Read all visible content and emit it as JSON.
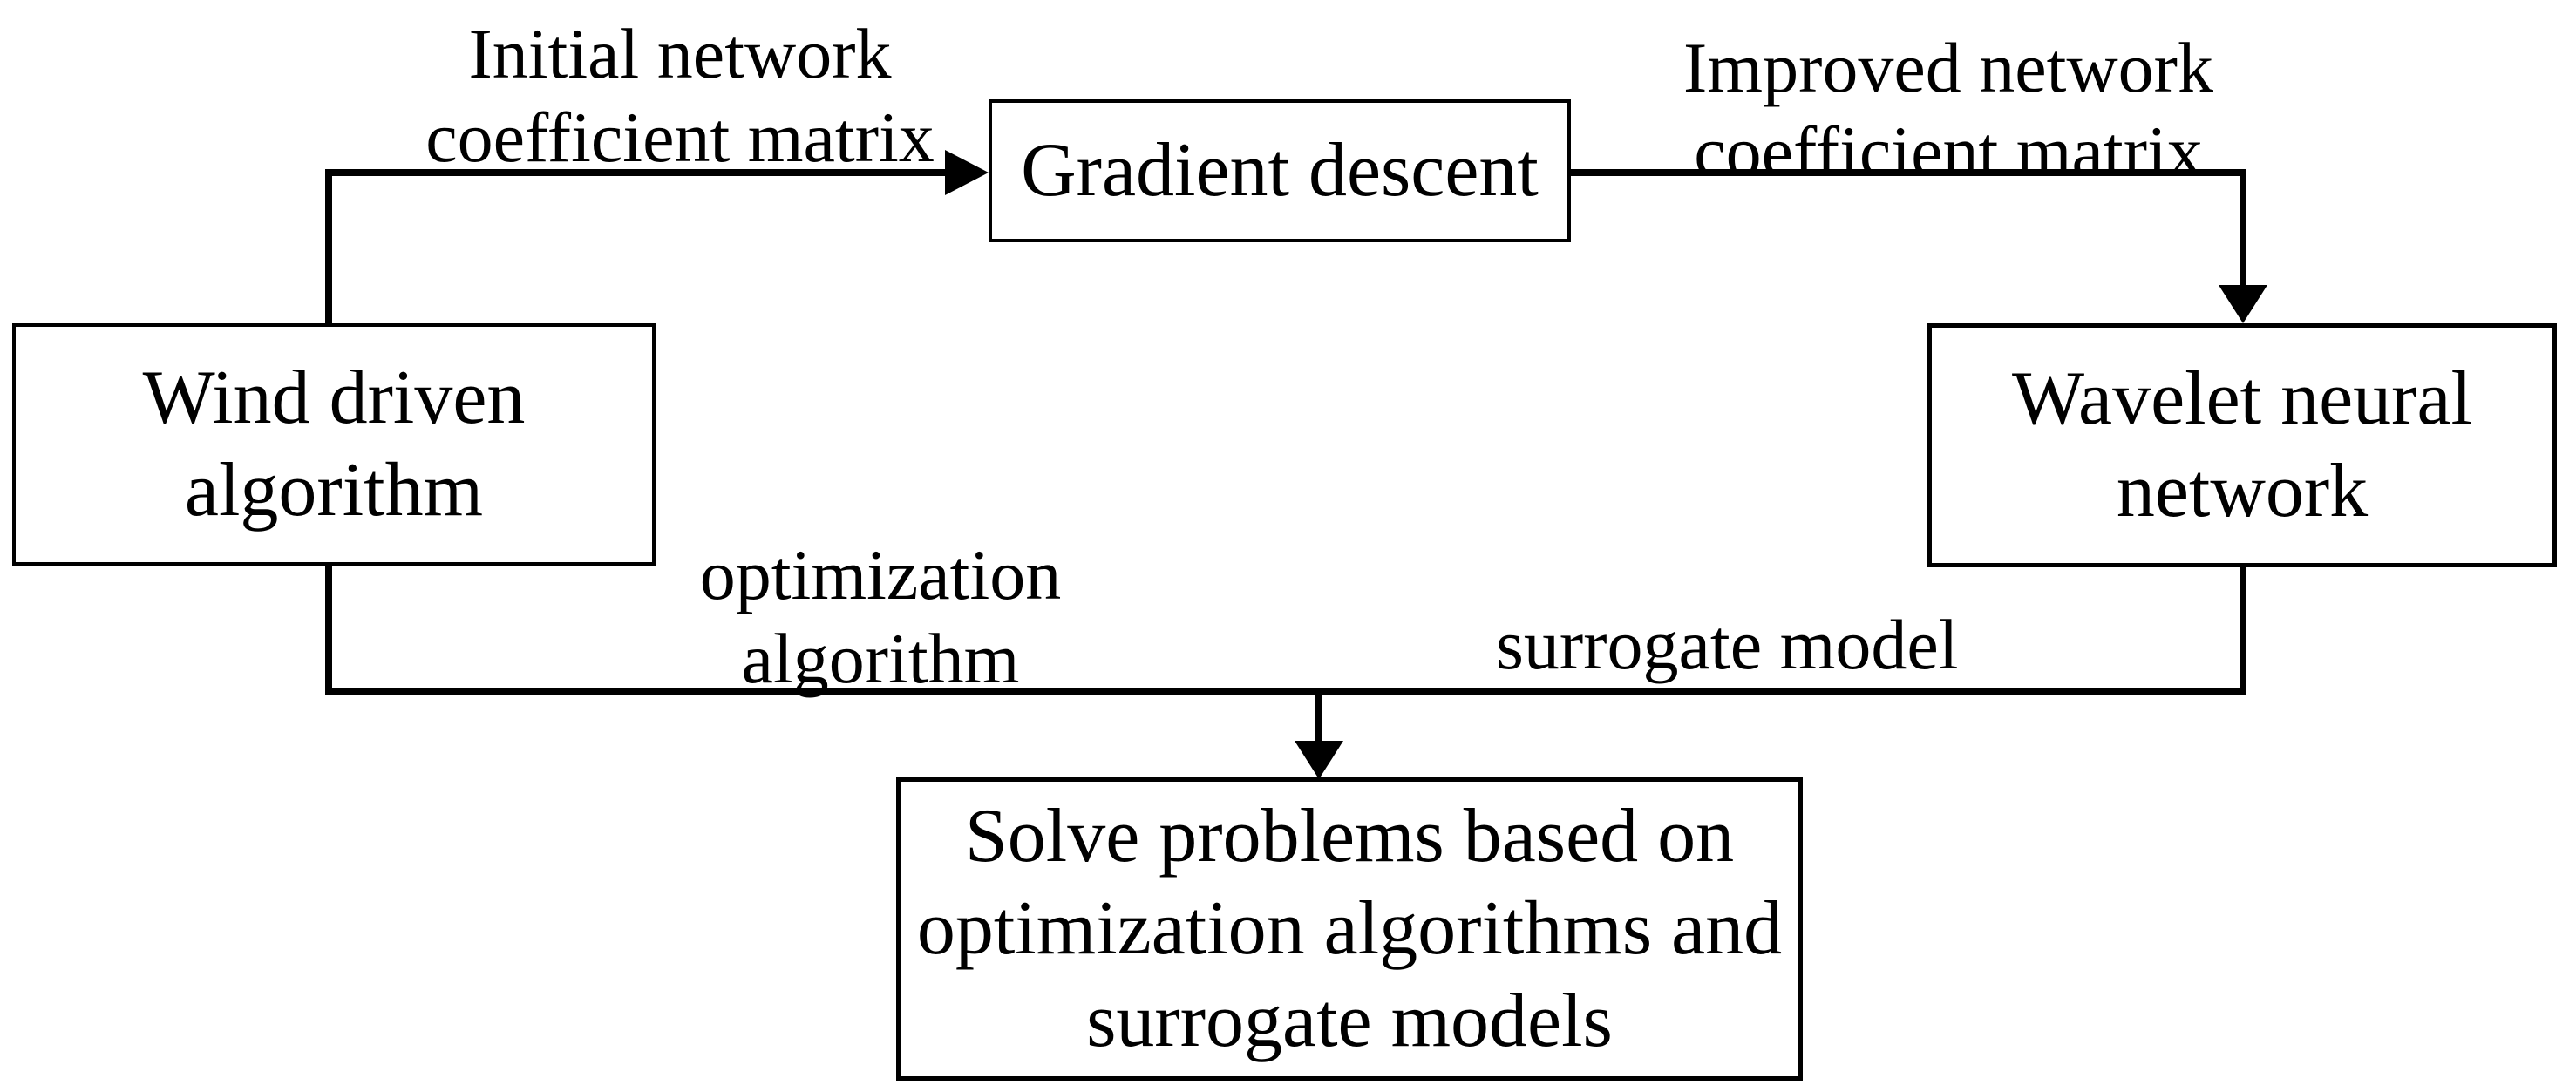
{
  "colors": {
    "ink": "#000000",
    "paper": "#ffffff"
  },
  "nodes": {
    "wind_driven": {
      "lines": [
        "Wind driven",
        "algorithm"
      ]
    },
    "gradient_descent": {
      "lines": [
        "Gradient descent"
      ]
    },
    "wavelet_network": {
      "lines": [
        "Wavelet neural",
        "network"
      ]
    },
    "solve_problems": {
      "lines": [
        "Solve problems based on",
        "optimization algorithms and",
        "surrogate models"
      ]
    }
  },
  "edge_labels": {
    "initial": {
      "lines": [
        "Initial network",
        "coefficient matrix"
      ]
    },
    "improved": {
      "lines": [
        "Improved network",
        "coefficient matrix"
      ]
    },
    "optimization": {
      "lines": [
        "optimization",
        "algorithm"
      ]
    },
    "surrogate": {
      "lines": [
        "surrogate model"
      ]
    }
  }
}
